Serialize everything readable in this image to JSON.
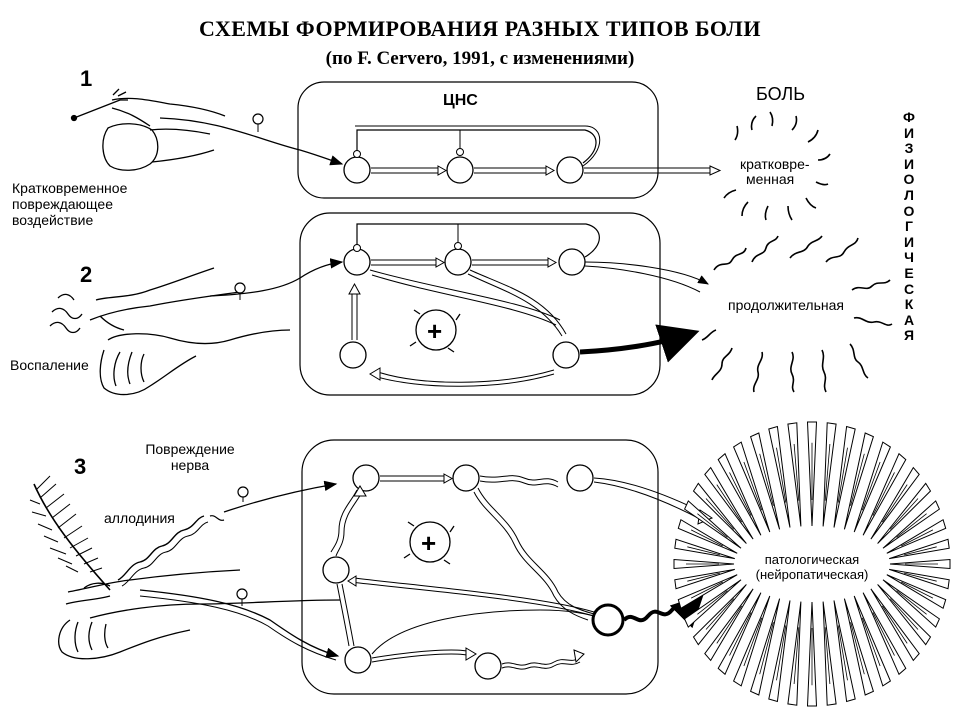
{
  "title": {
    "line1": "СХЕМЫ ФОРМИРОВАНИЯ РАЗНЫХ ТИПОВ БОЛИ",
    "line2": "(по F. Cervero, 1991, с изменениями)"
  },
  "scheme_numbers": [
    "1",
    "2",
    "3"
  ],
  "cns_label": "ЦНС",
  "pain_label": "БОЛЬ",
  "stimuli": {
    "short": "Кратковременное повреждающее воздействие",
    "inflammation": "Воспаление",
    "nerve_damage": "Повреждение нерва",
    "allodynia": "аллодиния"
  },
  "pain_types": {
    "short_line1": "кратковре-",
    "short_line2": "менная",
    "prolonged": "продолжительная",
    "pathological_line1": "патологическая",
    "pathological_line2": "(нейропатическая)"
  },
  "physiological_vertical": "ФИЗИОЛОГИЧЕСКАЯ",
  "plus_sign": "+"
}
